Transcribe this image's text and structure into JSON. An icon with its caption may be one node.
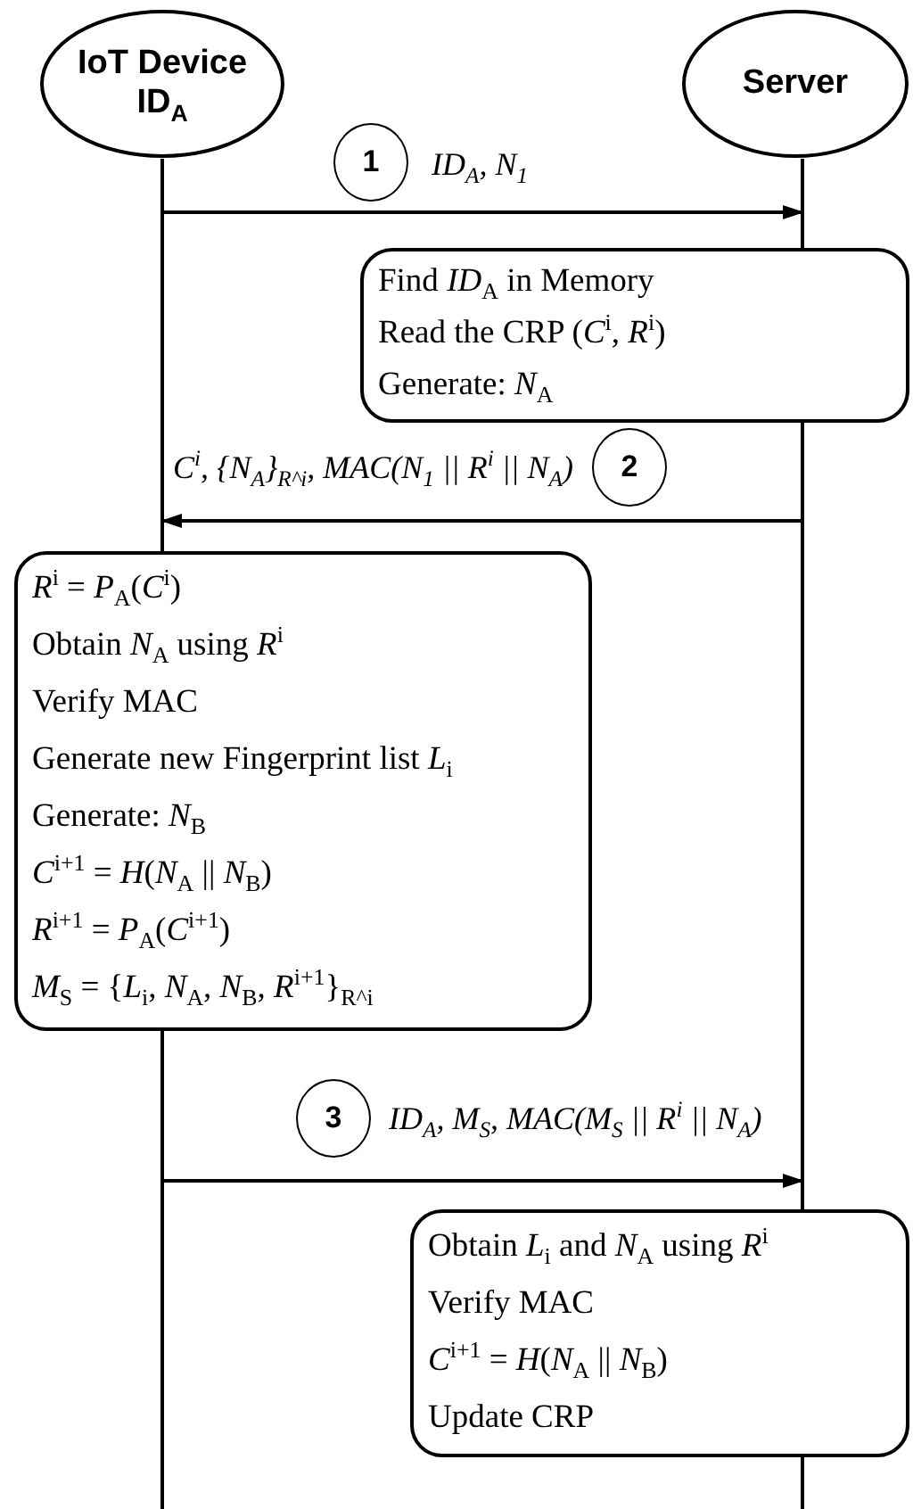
{
  "diagram": {
    "nodes": [
      {
        "text": [
          "IoT Device ID$_{A}$"
        ]
      },
      {
        "text": [
          "Server"
        ]
      },
      {
        "text": [
          "1"
        ]
      },
      {
        "text": [
          "Find *ID*$_{A}$ in Memory",
          "Read the CRP (*C*$^{i}$, *R*$^{i}$)",
          "Generate: *N*$_{A}$"
        ]
      },
      {
        "text": [
          "2"
        ]
      },
      {
        "text": [
          "*R*$^{i}$ = *P*$_{A}$(*C*$^{i}$)",
          "Obtain *N*$_{A}$ using *R*$^{i}$",
          "Verify MAC",
          "Generate new Fingerprint list *L*$_{i}$",
          "Generate: *N*$_{B}$",
          "*C*$^{i+1}$ = *H*(*N*$_{A}$ || *N*$_{B}$)",
          "*R*$^{i+1}$ = *P*$_{A}$(*C*$^{i+1}$)",
          "*M*$_{S}$ = {*L*$_{i}$, *N*$_{A}$, *N*$_{B}$, *R*$^{i+1}$}$_{R^i}$"
        ]
      },
      {
        "text": [
          "3"
        ]
      },
      {
        "text": [
          "Obtain *L*$_{i}$ and *N*$_{A}$ using *R*$^{i}$",
          "Verify MAC",
          "*C*$^{i+1}$ = *H*(*N*$_{A}$ || *N*$_{B}$)",
          "Update CRP"
        ]
      }
    ],
    "edges": [
      {
        "from": 0,
        "to": 1,
        "arrow": "to",
        "label": "ID$_{A}$, N$_{1}$"
      },
      {
        "from": 1,
        "to": 0,
        "arrow": "to",
        "label": "C$^{i}$, {N$_{A}$}$_{R^i}$, MAC(N$_{1}$ || R$^{i}$ || N$_{A}$)"
      },
      {
        "from": 0,
        "to": 1,
        "arrow": "to",
        "label": "ID$_{A}$, M$_{S}$, MAC(M$_{S}$ || R$^{i}$ || N$_{A}$)"
      }
    ]
  }
}
